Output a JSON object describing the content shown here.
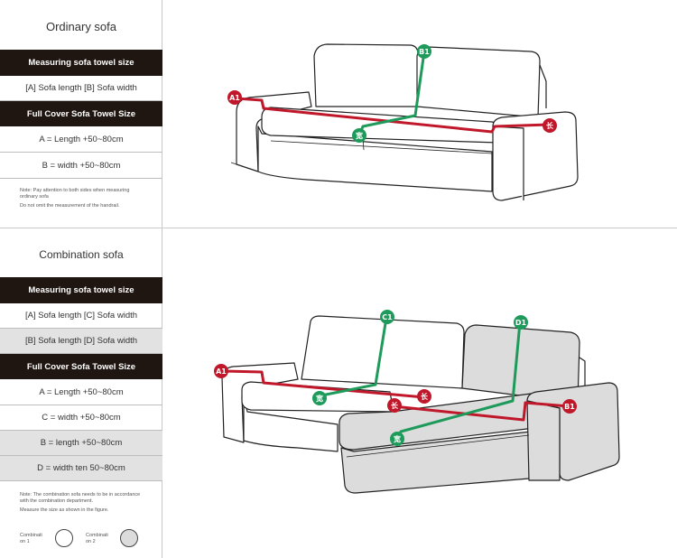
{
  "ordinary": {
    "title": "Ordinary sofa",
    "measuring_header": "Measuring sofa towel size",
    "measure_line": "[A] Sofa length [B] Sofa width",
    "full_cover_header": "Full Cover Sofa Towel Size",
    "length_line": "A = Length +50~80cm",
    "width_line": "B = width +50~80cm",
    "note_1": "Note: Pay attention to both sides when measuring ordinary sofa",
    "note_2": "Do not omit the measurement of the handrail.",
    "markers": {
      "a1": "A1",
      "b1": "B1",
      "chang": "长",
      "kuan": "宽"
    }
  },
  "combination": {
    "title": "Combination sofa",
    "measuring_header": "Measuring sofa towel size",
    "measure_line_1": "[A] Sofa length [C] Sofa width",
    "measure_line_2": "[B] Sofa length [D] Sofa width",
    "full_cover_header": "Full Cover Sofa Towel Size",
    "a_line": "A = Length +50~80cm",
    "c_line": "C = width +50~80cm",
    "b_line": "B = length +50~80cm",
    "d_line": "D = width ten 50~80cm",
    "note_1": "Note: The combination sofa needs to be in accordance with the combination department.",
    "note_2": "Measure the size as shown in the figure.",
    "legend_1": "Combinati on 1",
    "legend_2": "Combinati on 2",
    "markers": {
      "a1": "A1",
      "b1": "B1",
      "c1": "C1",
      "d1": "D1",
      "chang": "长",
      "kuan": "宽"
    }
  },
  "colors": {
    "dark_header": "#1f1511",
    "red": "#c0182a",
    "green": "#1e9a5b",
    "gray_row": "#e2e2e2",
    "combo2_fill": "#dcdcdc"
  }
}
